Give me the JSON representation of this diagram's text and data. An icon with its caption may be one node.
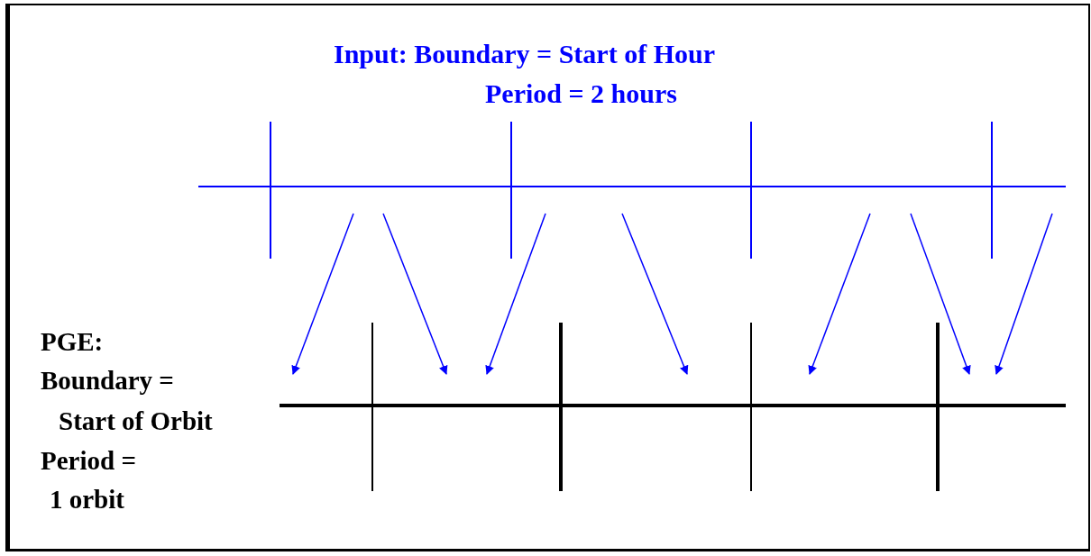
{
  "diagram": {
    "nodes": [
      {
        "text": [],
        "shape": "bar"
      },
      {
        "text": [],
        "shape": "bar"
      },
      {
        "text": [],
        "shape": "bar"
      },
      {
        "text": [],
        "shape": "bar"
      },
      {
        "text": [],
        "shape": "bar"
      },
      {
        "text": [],
        "shape": "bar"
      },
      {
        "text": [],
        "shape": "bar"
      },
      {
        "text": [],
        "shape": "bar"
      },
      {
        "text": [],
        "shape": "bar"
      },
      {
        "text": [],
        "shape": "bar"
      }
    ],
    "edges": [
      {
        "from": 1,
        "to": 5,
        "arrow": "to"
      },
      {
        "from": 1,
        "to": 6,
        "arrow": "to"
      },
      {
        "from": 2,
        "to": 6,
        "arrow": "to"
      },
      {
        "from": 2,
        "to": 7,
        "arrow": "to"
      },
      {
        "from": 3,
        "to": 8,
        "arrow": "to"
      },
      {
        "from": 3,
        "to": 9,
        "arrow": "to"
      },
      {
        "from": 4,
        "to": 9,
        "arrow": "to"
      }
    ],
    "labels": [
      "Input: Boundary = Start of Hour",
      "Period = 2 hours",
      "PGE:",
      "Boundary =",
      "Start of Orbit",
      "Period =",
      "1 orbit"
    ]
  }
}
